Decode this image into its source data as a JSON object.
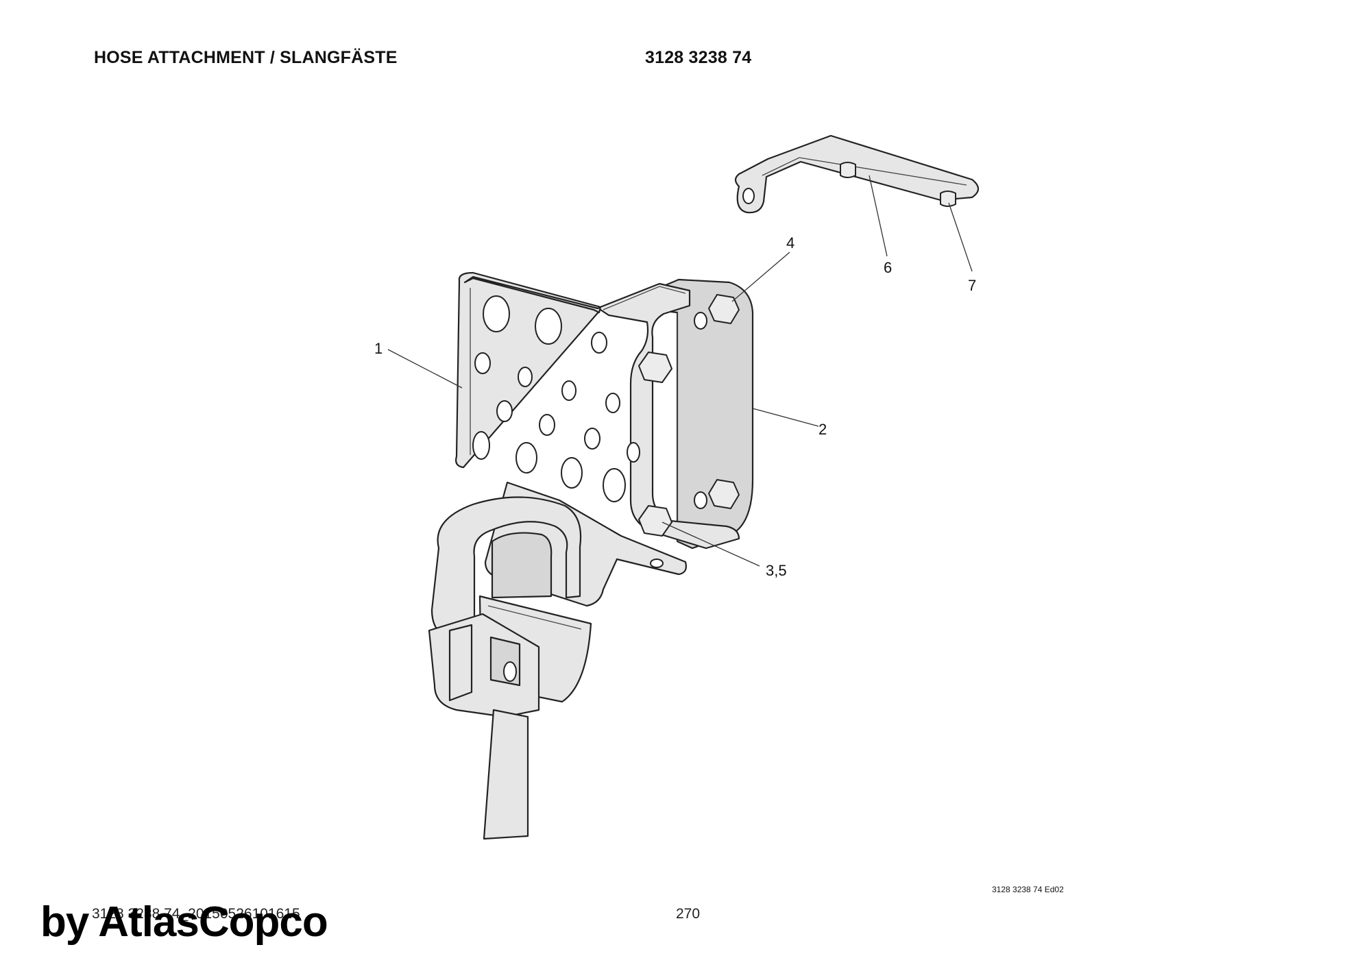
{
  "header": {
    "title": "HOSE ATTACHMENT / SLANGFÄSTE",
    "part_number": "3128 3238 74"
  },
  "callouts": [
    "1",
    "2",
    "3,5",
    "4",
    "6",
    "7"
  ],
  "footer": {
    "edition": "3128 3238 74 Ed02",
    "document_id": "3128 3238 74_20150526101615",
    "page_number": "270",
    "brand": "by AtlasCopco"
  }
}
